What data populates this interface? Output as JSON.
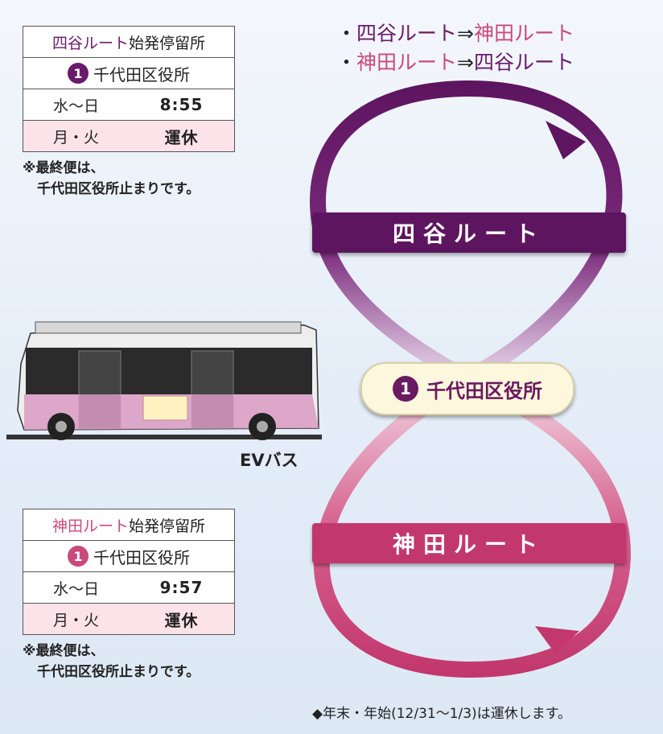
{
  "colors": {
    "yotsuya": "#6a1a6b",
    "kanda": "#c94a7c"
  },
  "table_top": {
    "route": "四谷ルート",
    "suffix": "始発停留所",
    "stop_number": "1",
    "stop_name": "千代田区役所",
    "weekday_label": "水～日",
    "weekday_time": "8:55",
    "offday_label": "月・火",
    "offday_status": "運休"
  },
  "note_top": {
    "line1": "※最終便は、",
    "line2": "千代田区役所止まりです。"
  },
  "bus_label": "EVバス",
  "table_bottom": {
    "route": "神田ルート",
    "suffix": "始発停留所",
    "stop_number": "1",
    "stop_name": "千代田区役所",
    "weekday_label": "水～日",
    "weekday_time": "9:57",
    "offday_label": "月・火",
    "offday_status": "運休"
  },
  "note_bottom": {
    "line1": "※最終便は、",
    "line2": "千代田区役所止まりです。"
  },
  "legend": {
    "line1_from": "四谷ルート",
    "line1_arrow": "⇒",
    "line1_to": "神田ルート",
    "line2_from": "神田ルート",
    "line2_arrow": "⇒",
    "line2_to": "四谷ルート"
  },
  "bars": {
    "top": "四谷ルート",
    "bottom": "神田ルート"
  },
  "center_stop": {
    "number": "1",
    "name": "千代田区役所"
  },
  "footer": "◆年末・年始(12/31～1/3)は運休します。"
}
